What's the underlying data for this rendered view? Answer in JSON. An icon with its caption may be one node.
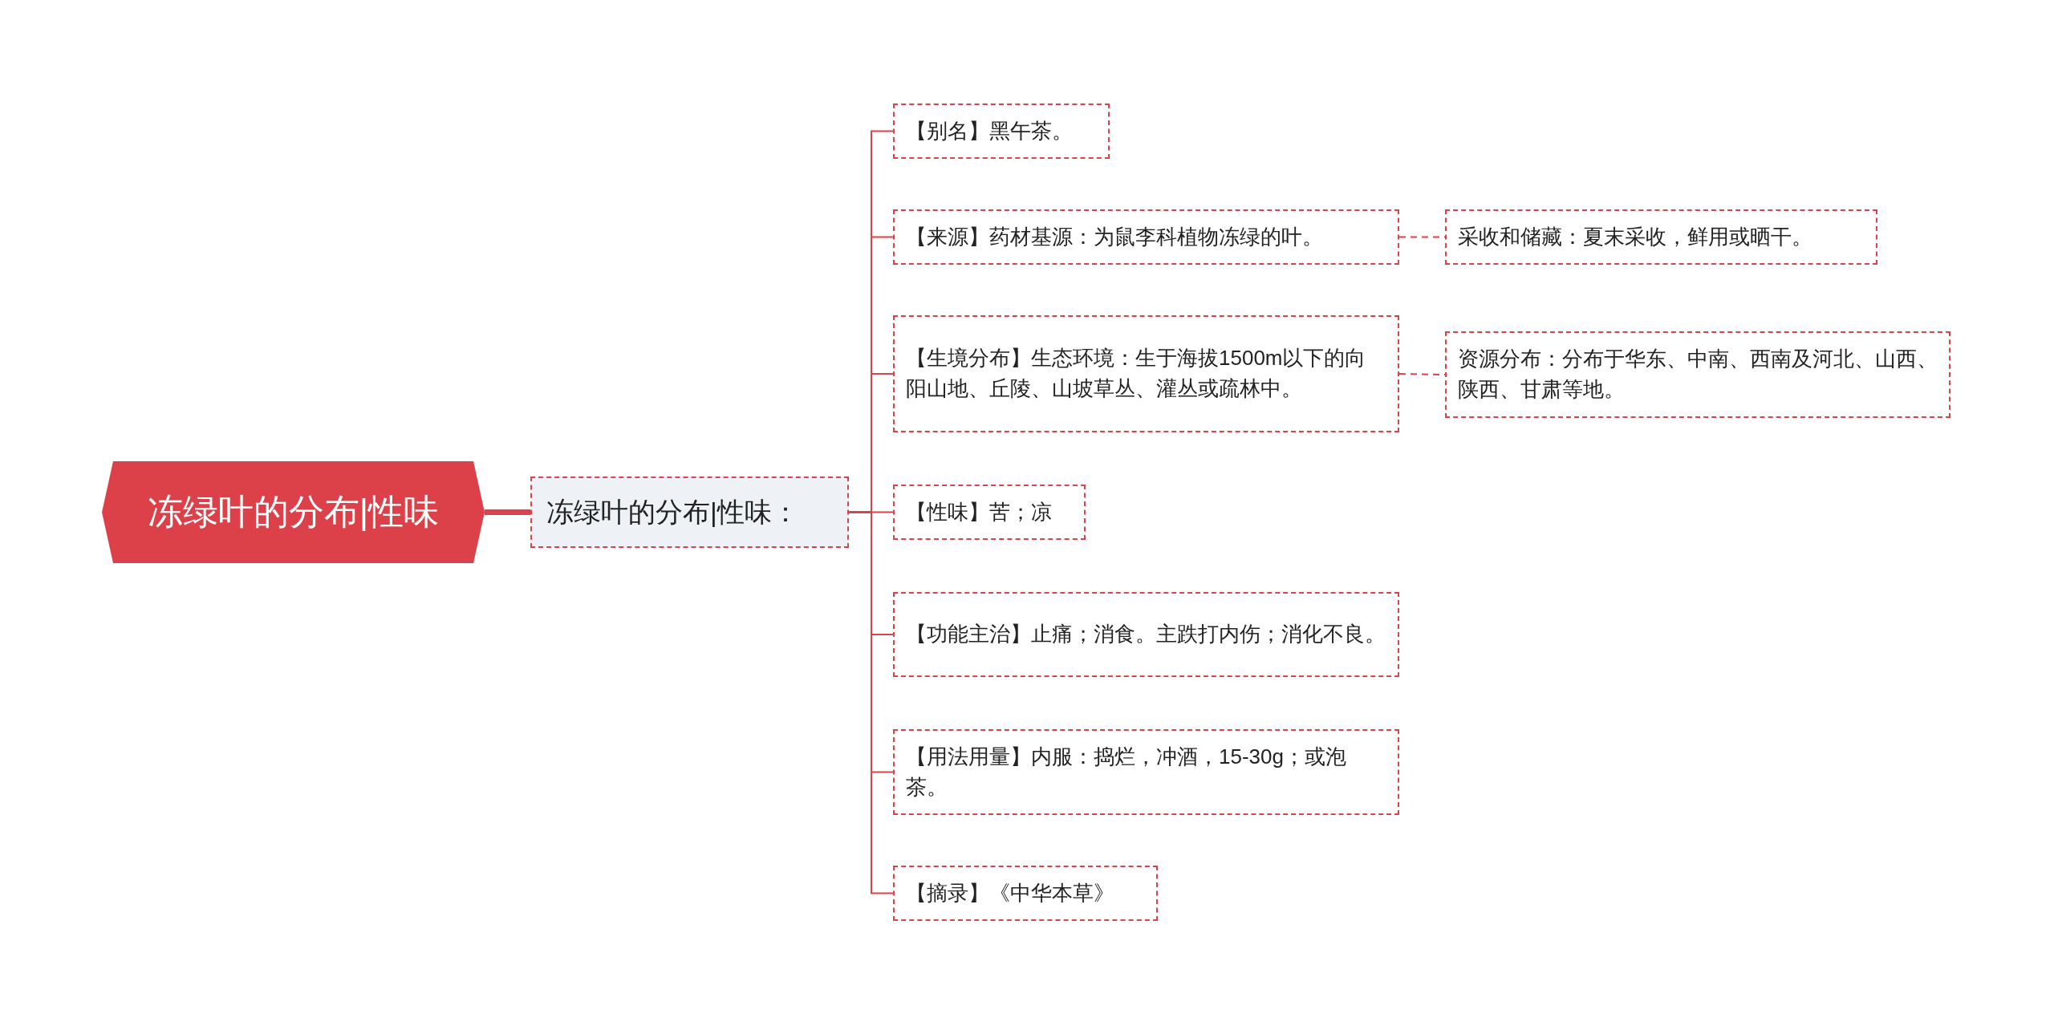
{
  "diagram": {
    "nodes": [
      {
        "text": [
          "冻绿叶的分布|性味"
        ]
      },
      {
        "text": [
          "冻绿叶的分布|性味："
        ]
      },
      {
        "text": [
          "【别名】黑午茶。"
        ]
      },
      {
        "text": [
          "【来源】药材基源：为鼠李科植物冻绿的叶。"
        ]
      },
      {
        "text": [
          "【生境分布】生态环境：生于海拔1500m以下的向阳山地、丘陵、山坡草丛、灌丛或疏林中。"
        ]
      },
      {
        "text": [
          "【性味】苦；凉"
        ]
      },
      {
        "text": [
          "【功能主治】止痛；消食。主跌打内伤；消化不良。"
        ]
      },
      {
        "text": [
          "【用法用量】内服：捣烂，冲酒，15-30g；或泡茶。"
        ]
      },
      {
        "text": [
          "【摘录】《中华本草》"
        ]
      },
      {
        "text": [
          "采收和储藏：夏末采收，鲜用或晒干。"
        ]
      },
      {
        "text": [
          "资源分布：分布于华东、中南、西南及河北、山西、陕西、甘肃等地。"
        ]
      }
    ],
    "edges": [
      {
        "from": 0,
        "to": 1,
        "arrow": "none",
        "style": "thick"
      },
      {
        "from": 1,
        "to": 2,
        "arrow": "none"
      },
      {
        "from": 1,
        "to": 3,
        "arrow": "none"
      },
      {
        "from": 1,
        "to": 4,
        "arrow": "none"
      },
      {
        "from": 1,
        "to": 5,
        "arrow": "none"
      },
      {
        "from": 1,
        "to": 6,
        "arrow": "none"
      },
      {
        "from": 1,
        "to": 7,
        "arrow": "none"
      },
      {
        "from": 1,
        "to": 8,
        "arrow": "none"
      },
      {
        "from": 3,
        "to": 9,
        "arrow": "none",
        "style": "dashed"
      },
      {
        "from": 4,
        "to": 10,
        "arrow": "none",
        "style": "dashed"
      }
    ]
  }
}
